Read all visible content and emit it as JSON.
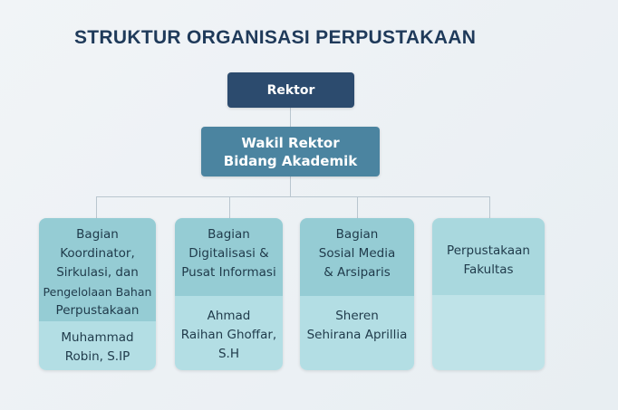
{
  "title": "STRUKTUR ORGANISASI PERPUSTAKAAN",
  "rektor": "Rektor",
  "wakil": [
    "Wakil Rektor",
    "Bidang Akademik"
  ],
  "units": [
    {
      "lines": [
        "Bagian",
        "Koordinator,",
        "Sirkulasi, dan",
        "Pengelolaan Bahan",
        "Perpustakaan"
      ],
      "person": [
        "Muhammad",
        "Robin, S.IP"
      ]
    },
    {
      "lines": [
        "Bagian",
        "Digitalisasi &",
        "Pusat Informasi"
      ],
      "person": [
        "Ahmad",
        "Raihan Ghoffar,",
        "S.H"
      ]
    },
    {
      "lines": [
        "Bagian",
        "Sosial Media",
        "& Arsiparis"
      ],
      "person": [
        "Sheren",
        "Sehirana Aprillia"
      ]
    },
    {
      "lines": [
        "Perpustakaan",
        "Fakultas"
      ],
      "person": []
    }
  ]
}
